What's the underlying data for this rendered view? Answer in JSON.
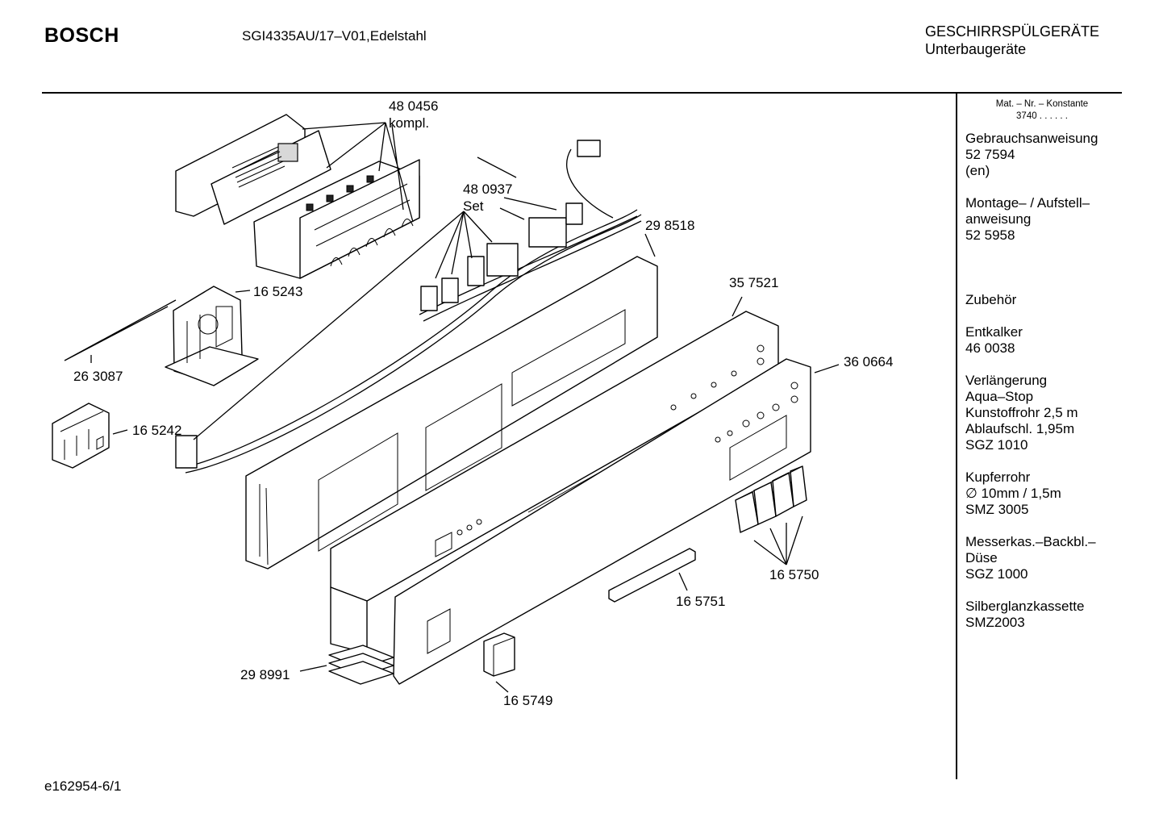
{
  "header": {
    "brand": "BOSCH",
    "model": "SGI4335AU/17–V01,Edelstahl",
    "category_line1": "GESCHIRRSPÜLGERÄTE",
    "category_line2": "Unterbaugeräte"
  },
  "sidebar": {
    "heading_line1": "Mat. – Nr. – Konstante",
    "heading_line2": "3740  .  .  .  .  .  .",
    "items": [
      {
        "lines": [
          "Gebrauchsanweisung",
          "52 7594",
          "(en)"
        ]
      },
      {
        "lines": [
          "Montage– / Aufstell–",
          "anweisung",
          "52 5958"
        ]
      },
      {
        "lines": [
          "Zubehör"
        ]
      },
      {
        "lines": [
          "Entkalker",
          "46 0038"
        ]
      },
      {
        "lines": [
          "Verlängerung",
          "Aqua–Stop",
          "Kunstoffrohr 2,5 m",
          "Ablaufschl. 1,95m",
          "SGZ 1010"
        ]
      },
      {
        "lines": [
          "Kupferrohr",
          "∅ 10mm / 1,5m",
          "SMZ 3005"
        ]
      },
      {
        "lines": [
          "Messerkas.–Backbl.–",
          "Düse",
          "SGZ 1000"
        ]
      },
      {
        "lines": [
          "Silberglanzkassette",
          "SMZ2003"
        ]
      }
    ]
  },
  "parts": {
    "p480456": "48 0456",
    "p480456_note": "kompl.",
    "p480937": "48 0937",
    "p480937_note": "Set",
    "p298518": "29 8518",
    "p165243": "16 5243",
    "p263087": "26 3087",
    "p357521": "35 7521",
    "p360664": "36 0664",
    "p165242": "16 5242",
    "p165750": "16 5750",
    "p165751": "16 5751",
    "p298991": "29 8991",
    "p165749": "16 5749"
  },
  "footer": {
    "drawing_id": "e162954-6/1"
  }
}
